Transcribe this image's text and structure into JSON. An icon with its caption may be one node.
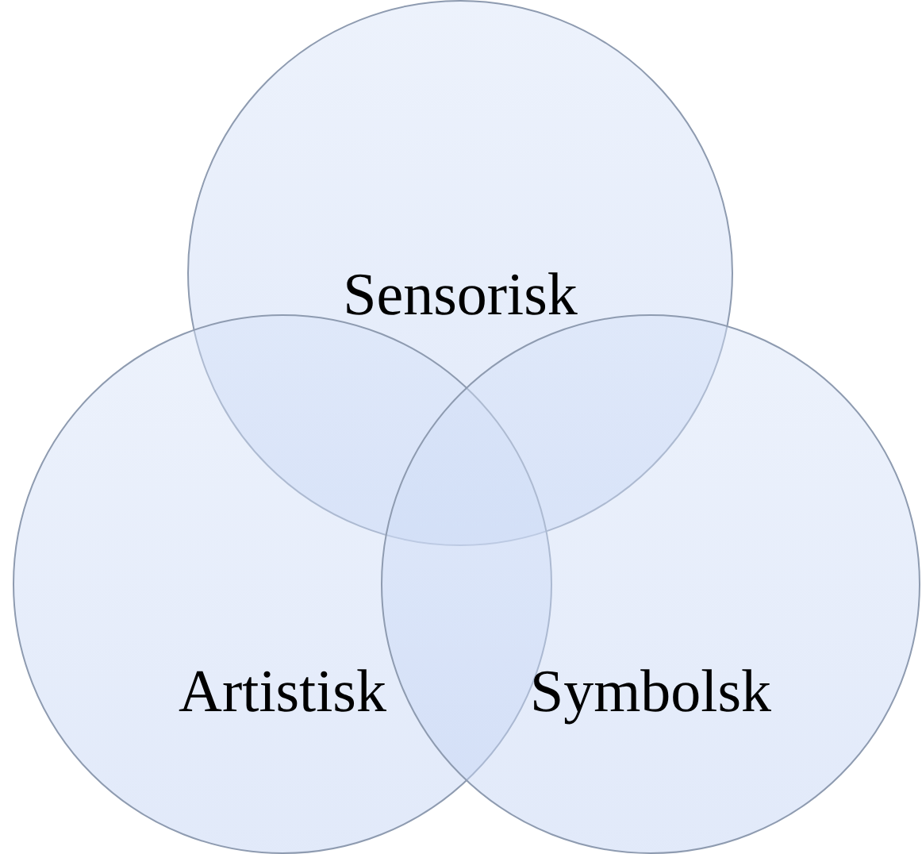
{
  "diagram": {
    "nodes": [
      {
        "text": [
          "Sensorisk"
        ]
      },
      {
        "text": [
          "Artistisk"
        ]
      },
      {
        "text": [
          "Symbolsk"
        ]
      }
    ]
  }
}
